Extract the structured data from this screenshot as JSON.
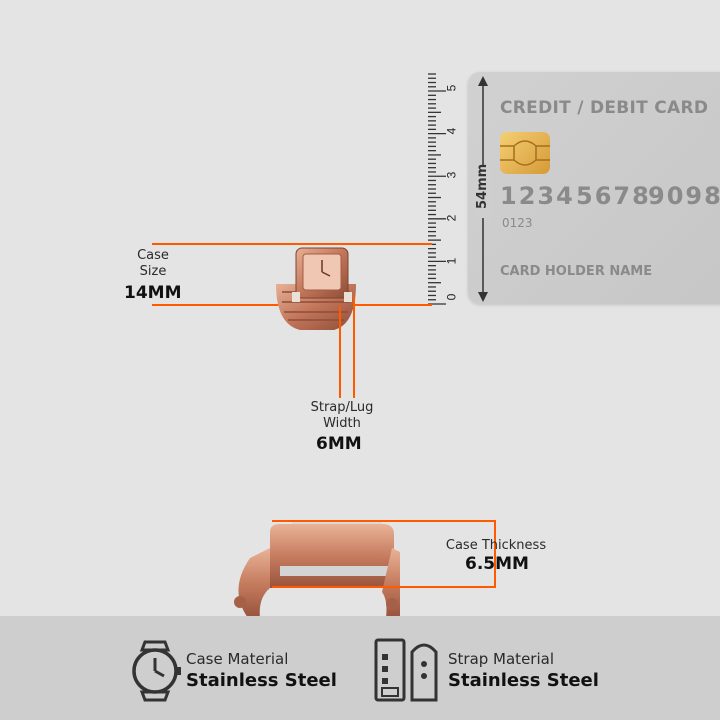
{
  "card": {
    "title": "CREDIT / DEBIT CARD",
    "numbers": [
      "1234",
      "5678",
      "9098"
    ],
    "small_number": "0123",
    "holder": "CARD HOLDER NAME",
    "height_label": "54mm"
  },
  "ruler": {
    "ticks": [
      "0",
      "1",
      "2",
      "3",
      "4",
      "5"
    ]
  },
  "case_size": {
    "label1": "Case",
    "label2": "Size",
    "value": "14MM"
  },
  "strap_width": {
    "label1": "Strap/Lug",
    "label2": "Width",
    "value": "6MM"
  },
  "case_thickness": {
    "label": "Case Thickness",
    "value": "6.5MM"
  },
  "materials": [
    {
      "label": "Case Material",
      "value": "Stainless Steel",
      "icon": "watch-icon"
    },
    {
      "label": "Strap Material",
      "value": "Stainless Steel",
      "icon": "strap-icon"
    }
  ],
  "colors": {
    "accent": "#ff5a00",
    "rose_gold": "#c9805f"
  }
}
